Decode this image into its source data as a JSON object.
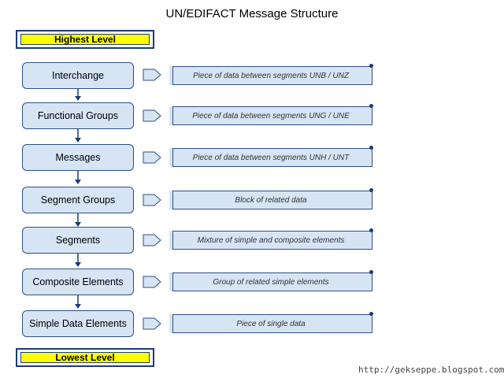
{
  "title": "UN/EDIFACT Message Structure",
  "top_level": "Highest Level",
  "bottom_level": "Lowest Level",
  "levels": [
    {
      "name": "Interchange",
      "description": "Piece of data between segments UNB / UNZ"
    },
    {
      "name": "Functional Groups",
      "description": "Piece of data between segments UNG / UNE"
    },
    {
      "name": "Messages",
      "description": "Piece of data between segments UNH / UNT"
    },
    {
      "name": "Segment Groups",
      "description": "Block of related data"
    },
    {
      "name": "Segments",
      "description": "Mixture of simple and composite elements"
    },
    {
      "name": "Composite Elements",
      "description": "Group of related simple elements"
    },
    {
      "name": "Simple Data Elements",
      "description": "Piece of single data"
    }
  ],
  "watermark": "http://gekseppe.blogspot.com",
  "colors": {
    "node_fill": "#d6e4f4",
    "outline": "#2d4f84",
    "level_fill": "#ffff00"
  }
}
